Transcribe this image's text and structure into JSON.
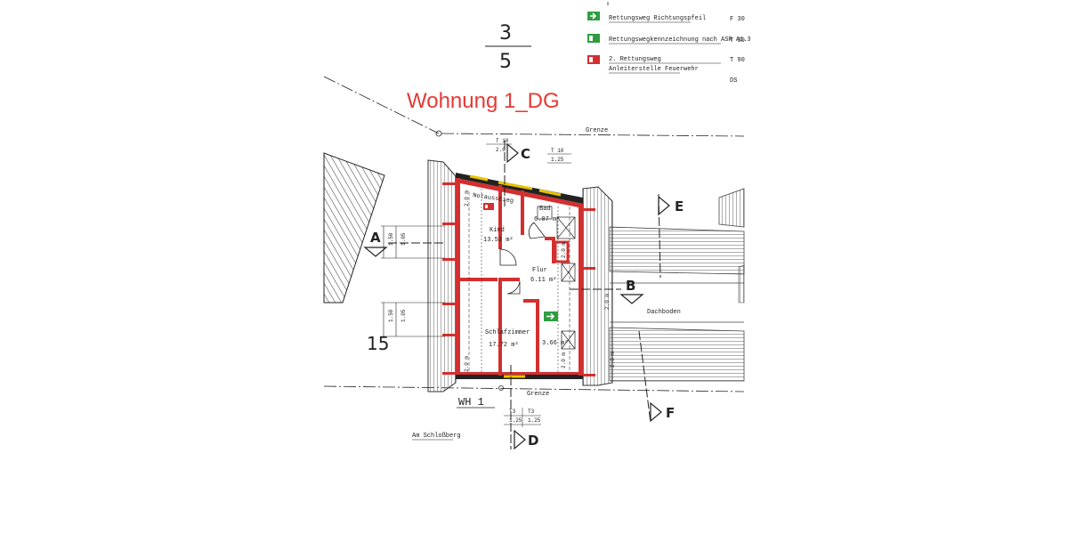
{
  "title": "Wohnung 1_DG",
  "fraction": {
    "numerator": "3",
    "denominator": "5"
  },
  "legend": [
    {
      "label": "Rettungsweg Richtungspfeil",
      "code": "F 30",
      "swatch": "green-arrow"
    },
    {
      "label": "Rettungswegkennzeichnung nach ASR A1.3",
      "code": "T 30",
      "swatch": "green-exit"
    },
    {
      "label": "2. Rettungsweg",
      "sublabel": "Anleiterstelle Feuerwehr",
      "code": "T 90",
      "swatch": "red-exit"
    },
    {
      "label": "",
      "code": "DS",
      "swatch": "none"
    }
  ],
  "rooms": [
    {
      "name": "Kind",
      "area": "13.53 m²"
    },
    {
      "name": "Bad",
      "area": "6.07 m²"
    },
    {
      "name": "Flur",
      "area": "6.11 m²"
    },
    {
      "name": "Schlafzimmer",
      "area": "17.72 m²"
    },
    {
      "name": "",
      "area": "3.66 m²"
    }
  ],
  "labels": {
    "notausstieg": "Notausstieg",
    "dachboden": "Dachboden",
    "grenze_top": "Grenze",
    "grenze_bottom": "Grenze",
    "wh": "WH 1",
    "street": "Am Schloßberg",
    "plot": "15"
  },
  "sections": [
    "A",
    "B",
    "C",
    "D",
    "E",
    "F"
  ],
  "dimensions": {
    "left_1": "1.50",
    "left_1b": "1.05",
    "left_2": "1.50",
    "left_2b": "1.05",
    "top_c": "T 10",
    "top_c_b": "2.0",
    "top_r": "T 10",
    "top_r_b": "1.25",
    "bot_1": "T3",
    "bot_1b": "1.25",
    "bot_2": "T3",
    "bot_2b": "1.25",
    "sill_1": "2.0 m",
    "sill_2": "2.0 m",
    "sill_3": "2.0 m",
    "sill_4": "2.0 m",
    "sill_5": "2.0 m",
    "sill_6": "2.0 m"
  },
  "colors": {
    "wall": "#d32f2f",
    "title": "#e53935",
    "exit_green": "#2e9e3f",
    "line": "#222222"
  }
}
